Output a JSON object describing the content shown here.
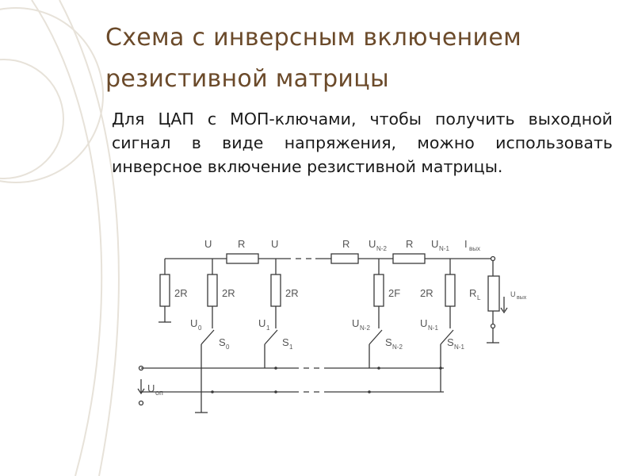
{
  "slide": {
    "title_line1": "Схема с инверсным включением",
    "title_line2": "резистивной матрицы",
    "body": "Для ЦАП с МОП-ключами, чтобы получить выходной сигнал в виде напряжения, можно использовать инверсное включение резистивной матрицы."
  },
  "schematic": {
    "labels": {
      "u_top_a": "U",
      "u_top_b": "U",
      "u_top_n2": "U",
      "u_top_n1": "U",
      "sub_n2": "N-2",
      "sub_n1": "N-1",
      "i_out": "I",
      "sub_out": "вых",
      "r_series_1": "R",
      "r_series_2": "R",
      "r_series_3": "R",
      "r_2r_1": "2R",
      "r_2r_2": "2R",
      "r_2r_3": "2R",
      "r_2r_4": "2F",
      "r_2r_5": "2R",
      "r_load": "R",
      "sub_load": "L",
      "u_out": "U",
      "sub_uout": "вых",
      "u0": "U",
      "sub0": "0",
      "u1": "U",
      "sub1": "1",
      "un2": "U",
      "subn2": "N-2",
      "un1": "U",
      "subn1": "N-1",
      "s0": "S",
      "s0_sub": "0",
      "s1": "S",
      "s1_sub": "1",
      "sn2": "S",
      "sn2_sub": "N-2",
      "sn1": "S",
      "sn1_sub": "N-1",
      "u_ref": "U",
      "sub_ref": "оп"
    }
  },
  "colors": {
    "title": "#6b4a2a",
    "text": "#1a1a1a",
    "decor": "#e7e2d9",
    "line": "#3a3a3a"
  }
}
